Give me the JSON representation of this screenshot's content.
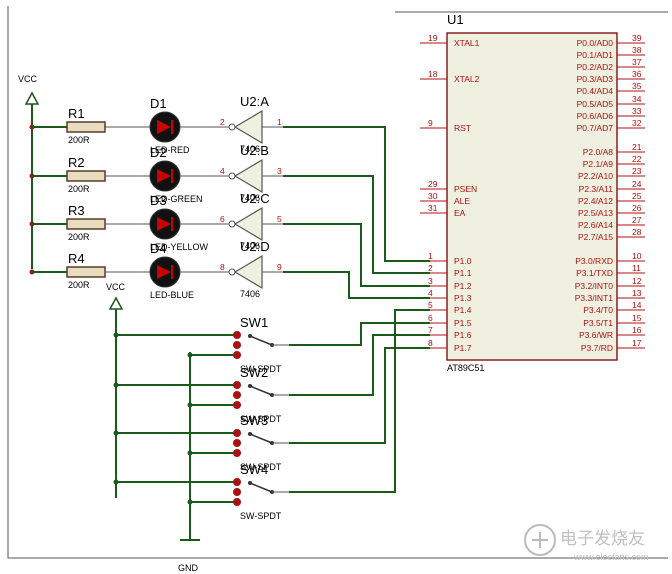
{
  "chip": {
    "ref": "U1",
    "part": "AT89C51",
    "colors": {
      "body": "#f0f0e0",
      "border": "#8b2020",
      "pin": "#b01010"
    },
    "left_pins": [
      {
        "num": "19",
        "name": "XTAL1"
      },
      {
        "num": "18",
        "name": "XTAL2"
      },
      {
        "num": "9",
        "name": "RST"
      },
      {
        "num": "29",
        "name": "PSEN"
      },
      {
        "num": "30",
        "name": "ALE"
      },
      {
        "num": "31",
        "name": "EA"
      },
      {
        "num": "1",
        "name": "P1.0"
      },
      {
        "num": "2",
        "name": "P1.1"
      },
      {
        "num": "3",
        "name": "P1.2"
      },
      {
        "num": "4",
        "name": "P1.3"
      },
      {
        "num": "5",
        "name": "P1.4"
      },
      {
        "num": "6",
        "name": "P1.5"
      },
      {
        "num": "7",
        "name": "P1.6"
      },
      {
        "num": "8",
        "name": "P1.7"
      }
    ],
    "right_pins": [
      {
        "num": "39",
        "name": "P0.0/AD0"
      },
      {
        "num": "38",
        "name": "P0.1/AD1"
      },
      {
        "num": "37",
        "name": "P0.2/AD2"
      },
      {
        "num": "36",
        "name": "P0.3/AD3"
      },
      {
        "num": "35",
        "name": "P0.4/AD4"
      },
      {
        "num": "34",
        "name": "P0.5/AD5"
      },
      {
        "num": "33",
        "name": "P0.6/AD6"
      },
      {
        "num": "32",
        "name": "P0.7/AD7"
      },
      {
        "num": "21",
        "name": "P2.0/A8"
      },
      {
        "num": "22",
        "name": "P2.1/A9"
      },
      {
        "num": "23",
        "name": "P2.2/A10"
      },
      {
        "num": "24",
        "name": "P2.3/A11"
      },
      {
        "num": "25",
        "name": "P2.4/A12"
      },
      {
        "num": "26",
        "name": "P2.5/A13"
      },
      {
        "num": "27",
        "name": "P2.6/A14"
      },
      {
        "num": "28",
        "name": "P2.7/A15"
      },
      {
        "num": "10",
        "name": "P3.0/RXD"
      },
      {
        "num": "11",
        "name": "P3.1/TXD"
      },
      {
        "num": "12",
        "name": "P3.2/INT0"
      },
      {
        "num": "13",
        "name": "P3.3/INT1"
      },
      {
        "num": "14",
        "name": "P3.4/T0"
      },
      {
        "num": "15",
        "name": "P3.5/T1"
      },
      {
        "num": "16",
        "name": "P3.6/WR"
      },
      {
        "num": "17",
        "name": "P3.7/RD"
      }
    ]
  },
  "power": {
    "vcc1": "VCC",
    "vcc2": "VCC",
    "gnd": "GND"
  },
  "resistors": [
    {
      "ref": "R1",
      "value": "200R"
    },
    {
      "ref": "R2",
      "value": "200R"
    },
    {
      "ref": "R3",
      "value": "200R"
    },
    {
      "ref": "R4",
      "value": "200R"
    }
  ],
  "leds": [
    {
      "ref": "D1",
      "label": "LED-RED",
      "color": "#cc0000"
    },
    {
      "ref": "D2",
      "label": "LED-GREEN",
      "color": "#cc0000"
    },
    {
      "ref": "D3",
      "label": "LED-YELLOW",
      "color": "#cc0000"
    },
    {
      "ref": "D4",
      "label": "LED-BLUE",
      "color": "#cc0000"
    }
  ],
  "buffers": [
    {
      "ref": "U2:A",
      "part": "7406",
      "in": "1",
      "out": "2"
    },
    {
      "ref": "U2:B",
      "part": "7406",
      "in": "3",
      "out": "4"
    },
    {
      "ref": "U2:C",
      "part": "7406",
      "in": "5",
      "out": "6"
    },
    {
      "ref": "U2:D",
      "part": "7406",
      "in": "9",
      "out": "8"
    }
  ],
  "switches": [
    {
      "ref": "SW1",
      "part": "SW-SPDT"
    },
    {
      "ref": "SW2",
      "part": "SW-SPDT"
    },
    {
      "ref": "SW3",
      "part": "SW-SPDT"
    },
    {
      "ref": "SW4",
      "part": "SW-SPDT"
    }
  ],
  "watermark": {
    "text": "电子发烧友",
    "url": "www.elecfans.com"
  }
}
